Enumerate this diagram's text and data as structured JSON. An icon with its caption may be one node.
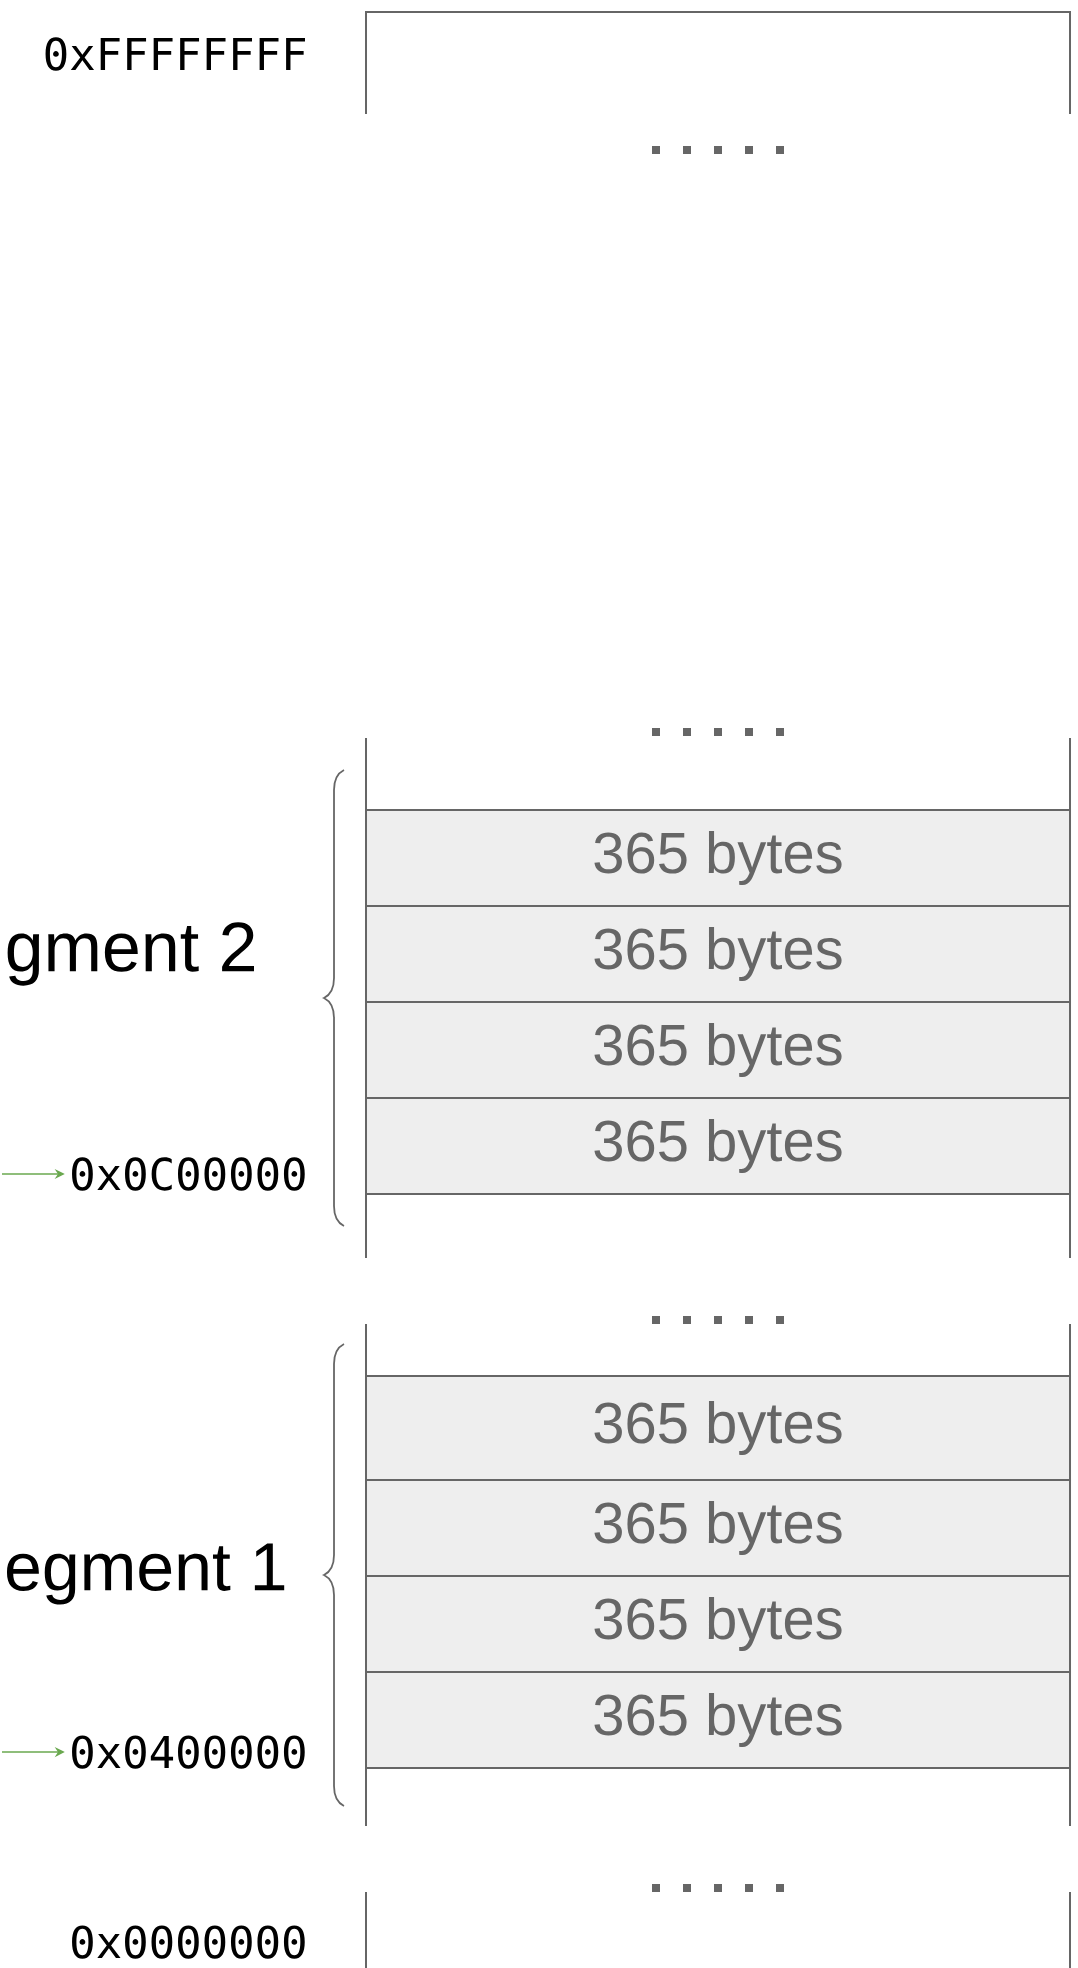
{
  "diagram": {
    "nodes": [
      {
        "text": [
          "365 bytes"
        ]
      },
      {
        "text": [
          "365 bytes"
        ]
      },
      {
        "text": [
          "365 bytes"
        ]
      },
      {
        "text": [
          "365 bytes"
        ]
      },
      {
        "text": [
          "0x0C00000"
        ]
      },
      {
        "text": [
          "365 bytes"
        ]
      },
      {
        "text": [
          "365 bytes"
        ]
      },
      {
        "text": [
          "365 bytes"
        ]
      },
      {
        "text": [
          "365 bytes"
        ]
      },
      {
        "text": [
          "0x0400000"
        ]
      }
    ],
    "edges": [
      {
        "from": null,
        "to": 4,
        "arrow": "to"
      },
      {
        "from": null,
        "to": 9,
        "arrow": "to"
      }
    ],
    "labels": [
      "0xFFFFFFFF",
      "gment 2",
      "egment 1",
      "0x0000000"
    ]
  }
}
